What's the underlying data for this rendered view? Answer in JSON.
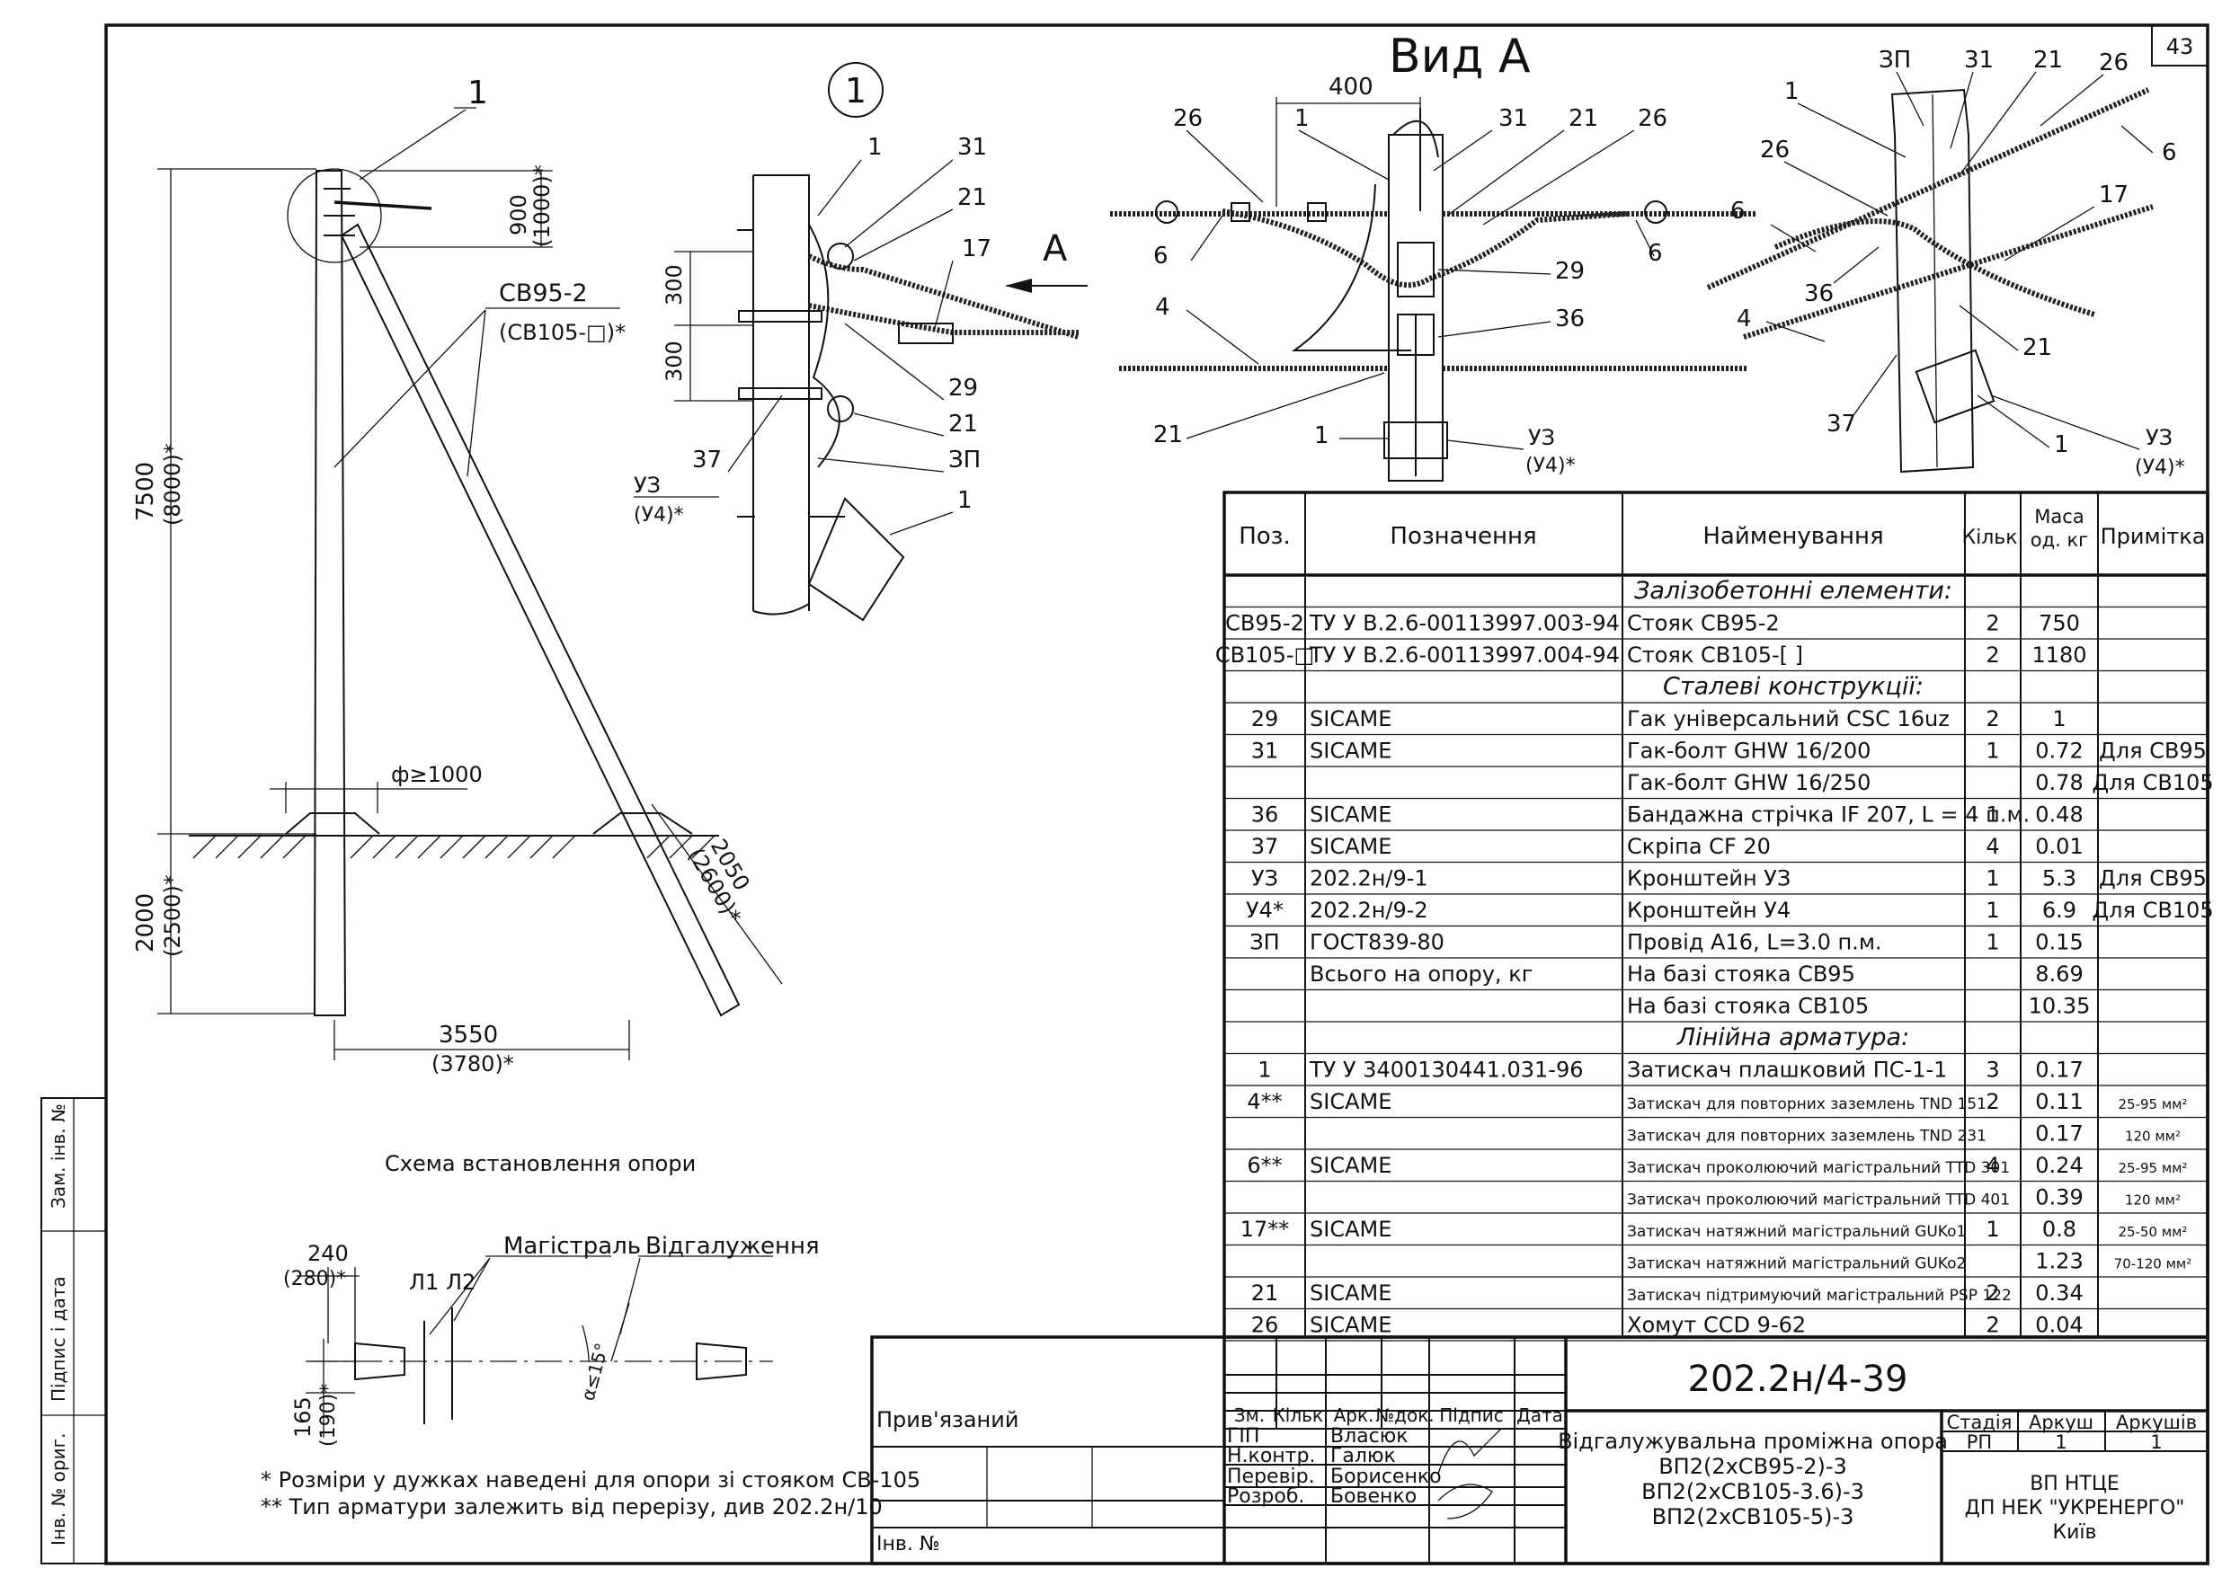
{
  "sheet": {
    "number": "43"
  },
  "view_a": {
    "title": "Вид А",
    "dim_400": "400",
    "labels": [
      "26",
      "1",
      "31",
      "21",
      "26",
      "6",
      "4",
      "6",
      "29",
      "36",
      "21",
      "1",
      "УЗ",
      "(У4)*"
    ]
  },
  "node_1": {
    "circle_label": "1",
    "arrow_label": "А",
    "dim_300_a": "300",
    "dim_300_b": "300",
    "labels": [
      "1",
      "31",
      "21",
      "17",
      "29",
      "21",
      "ЗП",
      "1",
      "37",
      "УЗ",
      "(У4)*"
    ]
  },
  "iso_view": {
    "labels": [
      "ЗП",
      "31",
      "21",
      "26",
      "1",
      "26",
      "6",
      "17",
      "6",
      "36",
      "4",
      "21",
      "37",
      "1",
      "УЗ",
      "(У4)*"
    ]
  },
  "pole_view": {
    "callout_1": "1",
    "dim_900": "900",
    "dim_900_alt": "(1000)*",
    "sv_label": "СВ95-2",
    "sv_alt": "(СВ105-□)*",
    "dim_7500": "7500",
    "dim_7500_alt": "(8000)*",
    "dim_2000": "2000",
    "dim_2000_alt": "(2500)*",
    "dim_2050": "2050",
    "dim_2050_alt": "(2600)*",
    "dim_3550": "3550",
    "dim_3550_alt": "(3780)*",
    "phi": "ф≥1000",
    "caption": "Схема встановлення опори"
  },
  "scheme": {
    "dim_240": "240",
    "dim_240_alt": "(280)*",
    "dim_165": "165",
    "dim_165_alt": "(190)*",
    "l1l2": "Л1 Л2",
    "magistral": "Магістраль",
    "branch": "Відгалуження",
    "angle": "α≤15°"
  },
  "notes": [
    "* Розміри у дужках наведені для опори зі стояком СВ-105",
    "** Тип арматури залежить від перерізу, див 202.2н/10"
  ],
  "side_stamp": [
    "Інв. № ориг.",
    "Підпис і дата",
    "Зам. інв. №"
  ],
  "spec": {
    "headers": [
      "Поз.",
      "Позначення",
      "Найменування",
      "Кільк.",
      "Маса од. кг",
      "Примітка"
    ],
    "sections": [
      "Залізобетонні елементи:",
      "Сталеві конструкції:",
      "Лінійна арматура:"
    ],
    "rows": [
      [
        "СВ95-2",
        "ТУ У В.2.6-00113997.003-94",
        "Стояк СВ95-2",
        "2",
        "750",
        ""
      ],
      [
        "СВ105-□",
        "ТУ У В.2.6-00113997.004-94",
        "Стояк СВ105-[    ]",
        "2",
        "1180",
        ""
      ],
      [
        "29",
        "SICAME",
        "Гак універсальний CSC 16uz",
        "2",
        "1",
        ""
      ],
      [
        "31",
        "SICAME",
        "Гак-болт GHW 16/200",
        "1",
        "0.72",
        "Для СВ95"
      ],
      [
        "",
        "",
        "Гак-болт GHW 16/250",
        "",
        "0.78",
        "Для СВ105"
      ],
      [
        "36",
        "SICAME",
        "Бандажна стрічка IF 207, L = 4 п.м.",
        "1",
        "0.48",
        ""
      ],
      [
        "37",
        "SICAME",
        "Скріпа CF 20",
        "4",
        "0.01",
        ""
      ],
      [
        "УЗ",
        "202.2н/9-1",
        "Кронштейн УЗ",
        "1",
        "5.3",
        "Для СВ95"
      ],
      [
        "У4*",
        "202.2н/9-2",
        "Кронштейн У4",
        "1",
        "6.9",
        "Для СВ105"
      ],
      [
        "ЗП",
        "ГОСТ839-80",
        "Провід А16, L=3.0 п.м.",
        "1",
        "0.15",
        ""
      ],
      [
        "",
        "Всього на опору, кг",
        "На базі стояка СВ95",
        "",
        "8.69",
        ""
      ],
      [
        "",
        "",
        "На базі стояка СВ105",
        "",
        "10.35",
        ""
      ],
      [
        "1",
        "ТУ У 3400130441.031-96",
        "Затискач плашковий ПС-1-1",
        "3",
        "0.17",
        ""
      ],
      [
        "4**",
        "SICAME",
        "Затискач для повторних заземлень TND 151",
        "2",
        "0.11",
        "25-95 мм²"
      ],
      [
        "",
        "",
        "Затискач для повторних заземлень TND 231",
        "",
        "0.17",
        "120 мм²"
      ],
      [
        "6**",
        "SICAME",
        "Затискач проколюючий магістральний TTD 301",
        "4",
        "0.24",
        "25-95 мм²"
      ],
      [
        "",
        "",
        "Затискач проколюючий магістральний TTD 401",
        "",
        "0.39",
        "120 мм²"
      ],
      [
        "17**",
        "SICAME",
        "Затискач натяжний магістральний GUKo1",
        "1",
        "0.8",
        "25-50 мм²"
      ],
      [
        "",
        "",
        "Затискач натяжний магістральний GUKo2",
        "",
        "1.23",
        "70-120 мм²"
      ],
      [
        "21",
        "SICAME",
        "Затискач підтримуючий магістральний PSP 122",
        "2",
        "0.34",
        ""
      ],
      [
        "26",
        "SICAME",
        "Хомут CCD 9-62",
        "2",
        "0.04",
        ""
      ]
    ]
  },
  "title_block": {
    "code": "202.2н/4-39",
    "bound": "Прив'язаний",
    "inv": "Інв. №",
    "cols": [
      "Зм.",
      "Кільк.",
      "Арк.",
      "№док.",
      "Підпис",
      "Дата"
    ],
    "roles": [
      "ГІП",
      "Н.контр.",
      "Перевір.",
      "Розроб."
    ],
    "names": [
      "Власюк",
      "Галюк",
      "Борисенко",
      "Бовенко"
    ],
    "desc": [
      "Відгалужувальна проміжна опора",
      "ВП2(2хСВ95-2)-3",
      "ВП2(2хСВ105-3.6)-3",
      "ВП2(2хСВ105-5)-3"
    ],
    "stage_hdr": [
      "Стадія",
      "Аркуш",
      "Аркушів"
    ],
    "stage_vals": [
      "РП",
      "1",
      "1"
    ],
    "org": [
      "ВП НТЦЕ",
      "ДП НЕК \"УКРЕНЕРГО\"",
      "Київ"
    ]
  }
}
